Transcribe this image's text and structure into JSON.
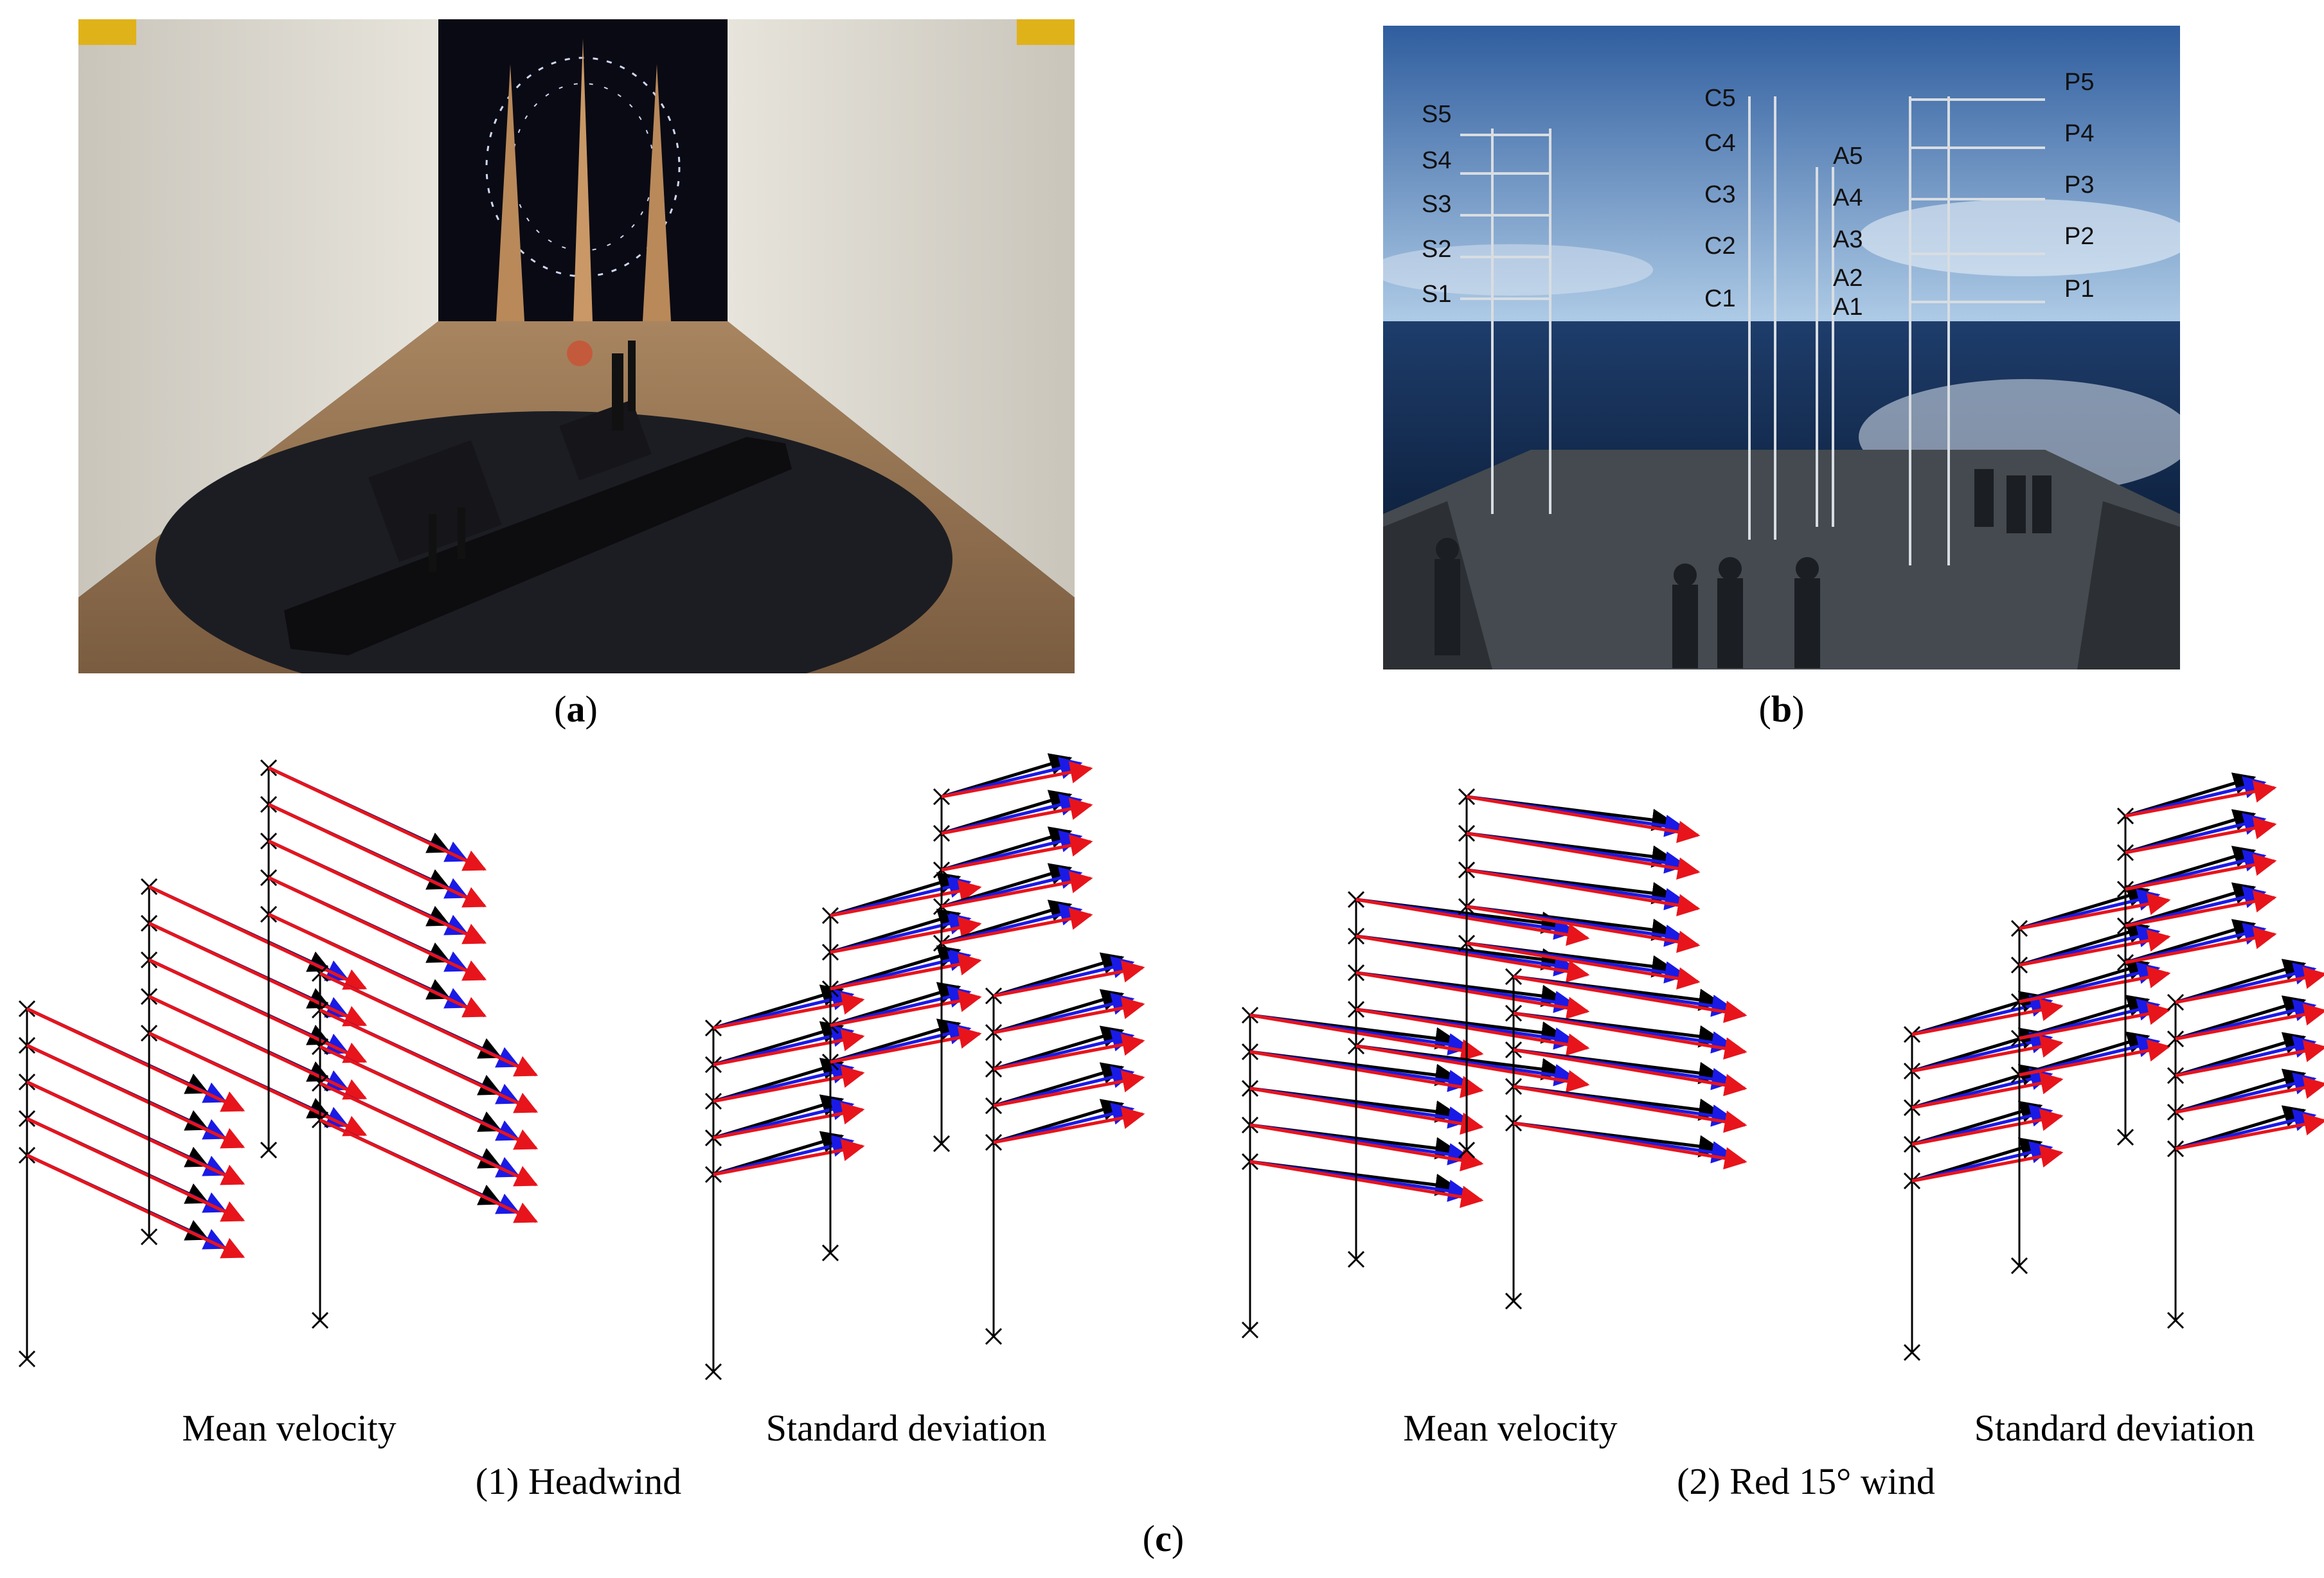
{
  "panel_a": {
    "caption_open": "(",
    "caption_letter": "a",
    "caption_close": ")"
  },
  "panel_b": {
    "caption_open": "(",
    "caption_letter": "b",
    "caption_close": ")",
    "mast_labels": {
      "starboard": [
        "S5",
        "S4",
        "S3",
        "S2",
        "S1"
      ],
      "centre": [
        "C5",
        "C4",
        "C3",
        "C2",
        "C1"
      ],
      "aft": [
        "A5",
        "A4",
        "A3",
        "A2",
        "A1"
      ],
      "port": [
        "P5",
        "P4",
        "P3",
        "P2",
        "P1"
      ]
    }
  },
  "panel_c": {
    "caption_open": "(",
    "caption_letter": "c",
    "caption_close": ")",
    "group_1_title": "(1) Headwind",
    "group_2_title": "(2) Red 15° wind",
    "plot_titles": [
      "Mean velocity",
      "Standard deviation",
      "Mean velocity",
      "Standard deviation"
    ],
    "series_colors": {
      "black": "#000000",
      "red": "#e8141b",
      "blue": "#1a1ae6"
    }
  },
  "colors": {
    "sky": "#5f8fc9",
    "sea": "#1c3c6c",
    "deck": "#444a4f",
    "tunnel_wall": "#d9d6cd",
    "turntable": "#1c1d22"
  }
}
